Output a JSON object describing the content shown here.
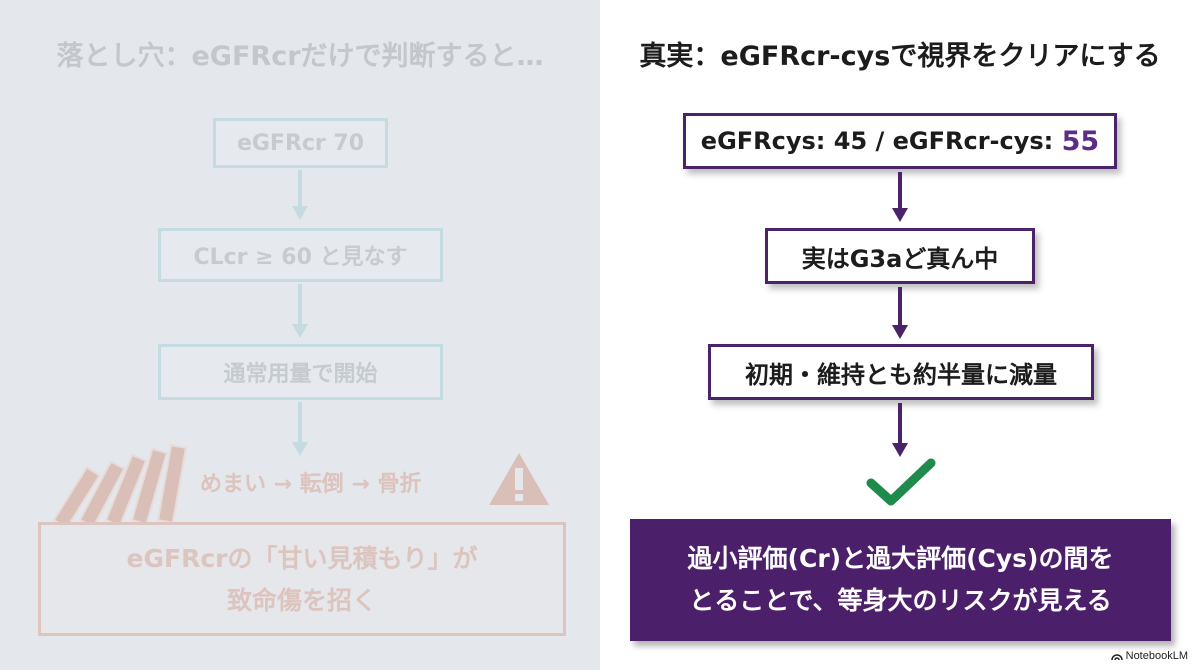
{
  "left_panel": {
    "title": "落とし穴：eGFRcrだけで判断すると…",
    "steps": [
      "eGFRcr 70",
      "CLcr ≥ 60 と見なす",
      "通常用量で開始"
    ],
    "danger_text": "めまい → 転倒 → 骨折",
    "warning_lines": [
      "eGFRcrの「甘い見積もり」が",
      "致命傷を招く"
    ],
    "warning_icon": "warning-triangle-icon",
    "falling_icon": "falling-dominoes-icon"
  },
  "right_panel": {
    "title": "真実：eGFRcr-cysで視界をクリアにする",
    "step1_prefix": "eGFRcys: 45 / eGFRcr-cys: ",
    "step1_value": "55",
    "steps": [
      "実はG3aど真ん中",
      "初期・維持とも約半量に減量"
    ],
    "check_icon": "checkmark-icon",
    "conclusion_lines": [
      "過小評価(Cr)と過大評価(Cys)の間を",
      "とることで、等身大のリスクが見える"
    ]
  },
  "branding": {
    "logo_text": "NotebookLM",
    "logo_icon": "notebooklm-icon"
  },
  "colors": {
    "left_bg": "#e4e7eb",
    "left_box_border": "#c3dbe1",
    "warning_faded": "#dcc4bf",
    "right_border": "#4b2368",
    "final_bg": "#4b1f69",
    "accent_value": "#5c2d87",
    "check_green": "#1e8a4c"
  }
}
